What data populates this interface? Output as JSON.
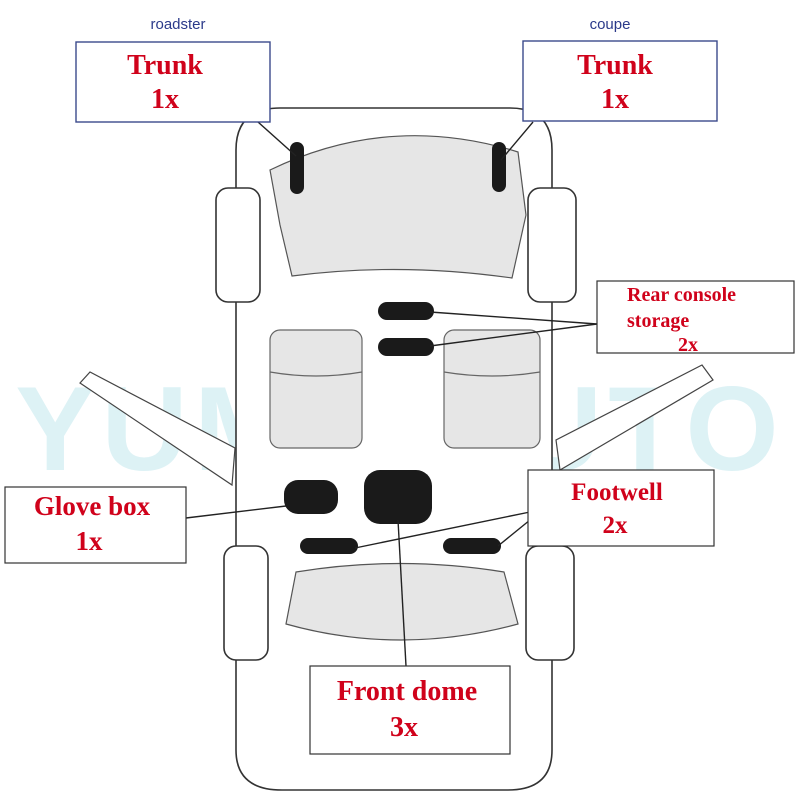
{
  "watermark": "YUMA AUTO",
  "variant_labels": {
    "left": "roadster",
    "right": "coupe"
  },
  "callouts": {
    "trunk_left": {
      "title": "Trunk",
      "count": "1x"
    },
    "trunk_right": {
      "title": "Trunk",
      "count": "1x"
    },
    "rear_console": {
      "line1": "Rear console",
      "line2": "storage",
      "count": "2x"
    },
    "glove_box": {
      "title": "Glove box",
      "count": "1x"
    },
    "footwell": {
      "title": "Footwell",
      "count": "2x"
    },
    "front_dome": {
      "title": "Front dome",
      "count": "3x"
    }
  },
  "colors": {
    "callout_text": "#d0021b",
    "variant_label": "#2b3a8a",
    "lamp": "#1a1a1a",
    "interior_fill": "#e6e6e6",
    "outline": "#333333",
    "box_border": "#3b4a8c",
    "watermark": "#d8f0f4"
  }
}
